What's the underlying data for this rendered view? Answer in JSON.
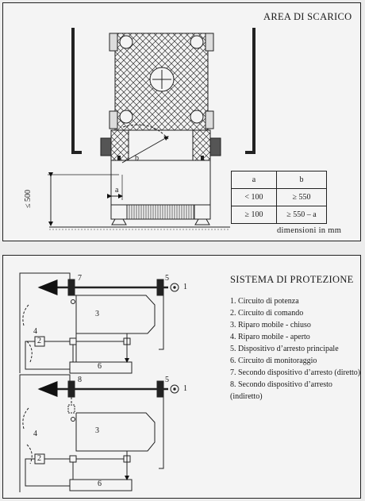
{
  "top": {
    "title": "AREA DI SCARICO",
    "units": "dimensioni in mm",
    "dim_labels": {
      "a": "a",
      "b": "b",
      "height": "≤ 500"
    },
    "table": {
      "headers": [
        "a",
        "b"
      ],
      "rows": [
        [
          "< 100",
          "≥ 550"
        ],
        [
          "≥ 100",
          "≥ 550 – a"
        ]
      ]
    }
  },
  "bottom": {
    "title": "SISTEMA DI PROTEZIONE",
    "legend": [
      "1. Circuito di potenza",
      "2. Circuito di comando",
      "3. Riparo mobile - chiuso",
      "4. Riparo mobile - aperto",
      "5. Dispositivo d’arresto principale",
      "6. Circuito di monitoraggio",
      "7. Secondo dispositivo d’arresto (diretto)",
      "8. Secondo dispositivo d’arresto (indiretto)"
    ],
    "diagram1": {
      "n1": "1",
      "n2": "2",
      "n3": "3",
      "n4": "4",
      "n5": "5",
      "n6": "6",
      "n7": "7"
    },
    "diagram2": {
      "n1": "1",
      "n2": "2",
      "n3": "3",
      "n4": "4",
      "n5": "5",
      "n6": "6",
      "n8": "8"
    }
  }
}
